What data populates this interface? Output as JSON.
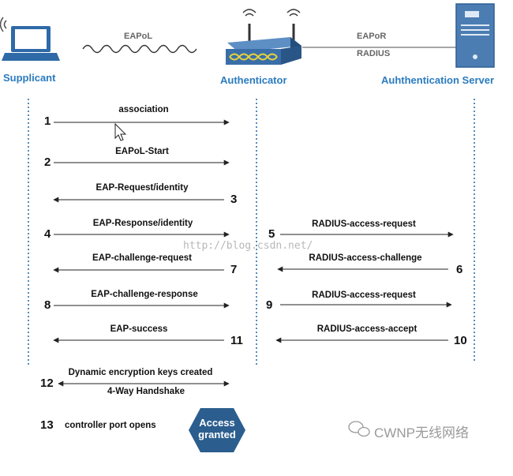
{
  "nodes": {
    "supplicant": "Supplicant",
    "authenticator": "Authenticator",
    "server": "Auhthentication Server"
  },
  "links": {
    "eapol": "EAPoL",
    "eapor_line1": "EAPoR",
    "eapor_line2": "RADIUS"
  },
  "messages": [
    {
      "num": "1",
      "label": "association",
      "lane": "left",
      "dir": "right"
    },
    {
      "num": "2",
      "label": "EAPoL-Start",
      "lane": "left",
      "dir": "right"
    },
    {
      "num": "3",
      "label": "EAP-Request/identity",
      "lane": "left",
      "dir": "left"
    },
    {
      "num": "4",
      "label": "EAP-Response/identity",
      "lane": "left",
      "dir": "right"
    },
    {
      "num": "5",
      "label": "RADIUS-access-request",
      "lane": "right",
      "dir": "right"
    },
    {
      "num": "6",
      "label": "RADIUS-access-challenge",
      "lane": "right",
      "dir": "left"
    },
    {
      "num": "7",
      "label": "EAP-challenge-request",
      "lane": "left",
      "dir": "left"
    },
    {
      "num": "8",
      "label": "EAP-challenge-response",
      "lane": "left",
      "dir": "right"
    },
    {
      "num": "9",
      "label": "RADIUS-access-request",
      "lane": "right",
      "dir": "right"
    },
    {
      "num": "10",
      "label": "RADIUS-access-accept",
      "lane": "right",
      "dir": "left"
    },
    {
      "num": "11",
      "label": "EAP-success",
      "lane": "left",
      "dir": "left"
    },
    {
      "num": "12",
      "label_top": "Dynamic encryption keys created",
      "label_bottom": "4-Way Handshake",
      "lane": "left",
      "dir": "both"
    },
    {
      "num": "13",
      "label": "controller port opens"
    }
  ],
  "badge": {
    "line1": "Access",
    "line2": "granted",
    "color": "#2b5e8e"
  },
  "watermark": "http://blog.csdn.net/",
  "brand": "CWNP无线网络",
  "colors": {
    "role": "#2a7bbf",
    "lifeline": "#2a6fb0",
    "arrow": "#222222",
    "device": "#3a6ea8",
    "led": "#e8d23c"
  },
  "icons": [
    "laptop-icon",
    "access-point-icon",
    "server-icon",
    "wave-icon",
    "cursor-icon",
    "wechat-icon"
  ]
}
